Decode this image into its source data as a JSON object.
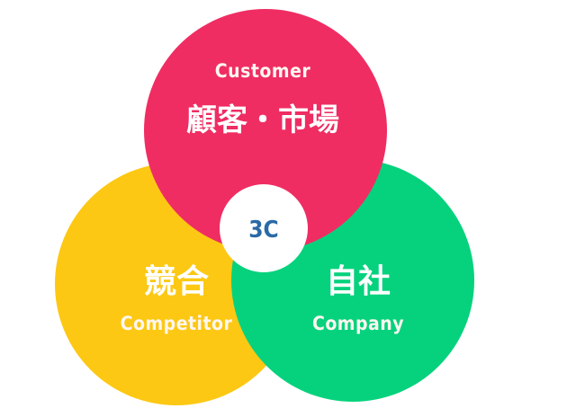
{
  "diagram": {
    "center_label": "3C",
    "circles": [
      {
        "id": "customer",
        "english": "Customer",
        "japanese": "顧客・市場",
        "color": "#ef2d63"
      },
      {
        "id": "competitor",
        "english": "Competitor",
        "japanese": "競合",
        "color": "#fcc813"
      },
      {
        "id": "company",
        "english": "Company",
        "japanese": "自社",
        "color": "#06d27d"
      }
    ],
    "center_color": "#ffffff",
    "center_text_color": "#2a6aa6"
  }
}
